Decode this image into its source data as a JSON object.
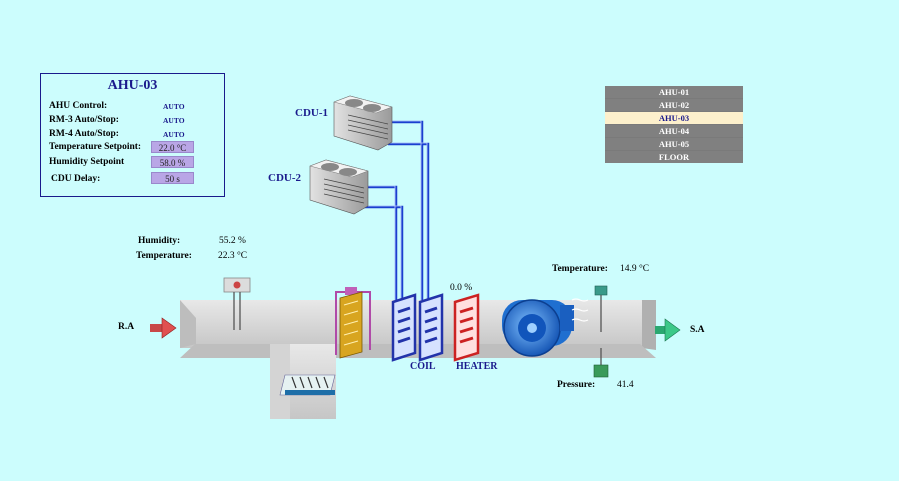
{
  "panel": {
    "title": "AHU-03",
    "rows": [
      {
        "label": "AHU Control:",
        "value": "AUTO"
      },
      {
        "label": "RM-3 Auto/Stop:",
        "value": "AUTO"
      },
      {
        "label": "RM-4 Auto/Stop:",
        "value": "AUTO"
      },
      {
        "label": "Temperature Setpoint:",
        "value": "22.0 °C"
      },
      {
        "label": "Humidity Setpoint",
        "value": "58.0 %"
      },
      {
        "label": "CDU Delay:",
        "value": "50 s"
      }
    ]
  },
  "ahu_list": {
    "items": [
      "AHU-01",
      "AHU-02",
      "AHU-03",
      "AHU-04",
      "AHU-05",
      "FLOOR"
    ],
    "selected": "AHU-03"
  },
  "cdu": {
    "cdu1": "CDU-1",
    "cdu2": "CDU-2"
  },
  "return_air": {
    "label": "R.A",
    "humidity_label": "Humidity:",
    "humidity_value": "55.2 %",
    "temperature_label": "Temperature:",
    "temperature_value": "22.3 °C"
  },
  "supply_air": {
    "label": "S.A",
    "temperature_label": "Temperature:",
    "temperature_value": "14.9 °C",
    "pressure_label": "Pressure:",
    "pressure_value": "41.4"
  },
  "coil": {
    "label": "COIL"
  },
  "heater": {
    "label": "HEATER",
    "output": "0.0 %"
  },
  "colors": {
    "background": "#ccfdfd",
    "accent": "#1a1a8c",
    "heater": "#cc2222",
    "coil": "#2233aa",
    "fan": "#1f6fd0",
    "setpoint_box": "#b9a6e6",
    "selected_item": "#fdf0cc"
  }
}
